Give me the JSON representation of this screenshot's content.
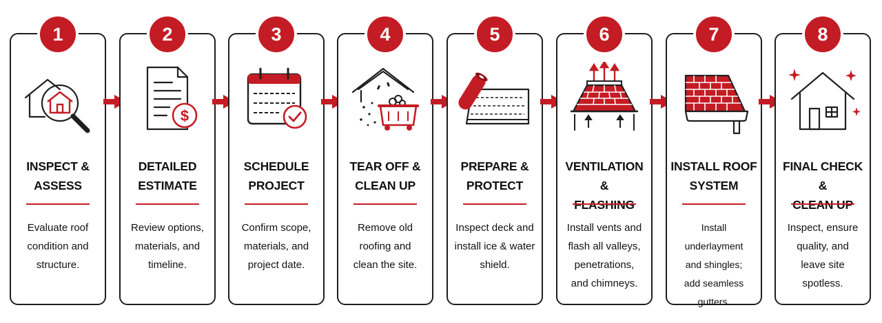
{
  "colors": {
    "accent": "#c41c24",
    "stroke": "#1e1e1e"
  },
  "steps": [
    {
      "number": "1",
      "icon": "house-magnifier-icon",
      "title": [
        "INSPECT &",
        "ASSESS"
      ],
      "description": [
        "Evaluate roof",
        "condition and",
        "structure."
      ]
    },
    {
      "number": "2",
      "icon": "estimate-document-icon",
      "title": [
        "DETAILED",
        "ESTIMATE"
      ],
      "description": [
        "Review options,",
        "materials, and",
        "timeline."
      ]
    },
    {
      "number": "3",
      "icon": "calendar-check-icon",
      "title": [
        "SCHEDULE",
        "PROJECT"
      ],
      "description": [
        "Confirm scope,",
        "materials, and",
        "project date."
      ]
    },
    {
      "number": "4",
      "icon": "roof-dumpster-icon",
      "title": [
        "TEAR OFF &",
        "CLEAN UP"
      ],
      "description": [
        "Remove old",
        "roofing and",
        "clean the site."
      ]
    },
    {
      "number": "5",
      "icon": "underlayment-roll-icon",
      "title": [
        "PREPARE &",
        "PROTECT"
      ],
      "description": [
        "Inspect deck and",
        "install ice & water",
        "shield."
      ]
    },
    {
      "number": "6",
      "icon": "roof-ventilation-icon",
      "title": [
        "VENTILATION &",
        "FLASHING"
      ],
      "description": [
        "Install vents and",
        "flash all valleys,",
        "penetrations,",
        "and chimneys."
      ]
    },
    {
      "number": "7",
      "icon": "shingle-roof-gutter-icon",
      "title": [
        "INSTALL ROOF",
        "SYSTEM"
      ],
      "description": [
        "Install underlayment",
        "and shingles;",
        "add seamless",
        "gutters."
      ]
    },
    {
      "number": "8",
      "icon": "sparkling-house-icon",
      "title": [
        "FINAL CHECK &",
        "CLEAN UP"
      ],
      "description": [
        "Inspect, ensure",
        "quality, and",
        "leave site",
        "spotless."
      ]
    }
  ]
}
